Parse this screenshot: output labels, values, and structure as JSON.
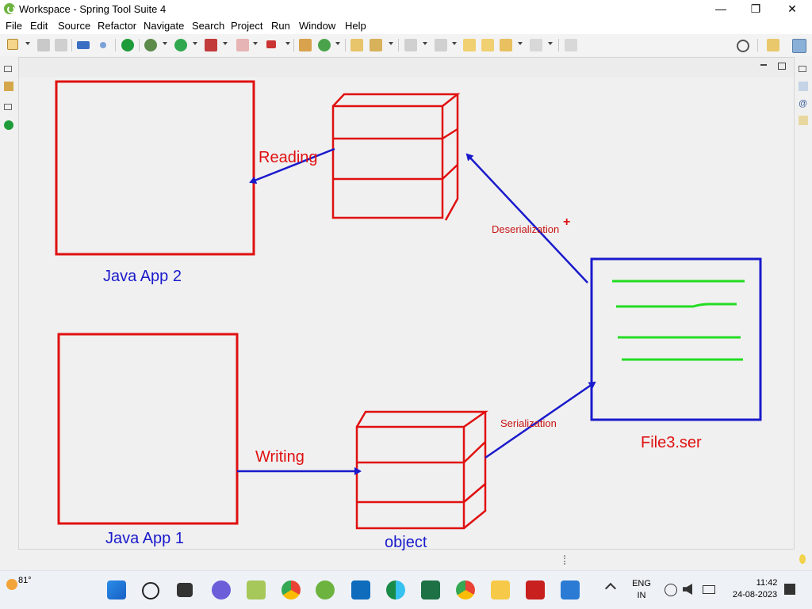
{
  "window": {
    "title": "Workspace - Spring Tool Suite 4",
    "minimize_label": "—",
    "restore_label": "❐",
    "close_label": "✕"
  },
  "menu": {
    "items": [
      "File",
      "Edit",
      "Source",
      "Refactor",
      "Navigate",
      "Search",
      "Project",
      "Run",
      "Window",
      "Help"
    ]
  },
  "diagram": {
    "java_app_2": "Java App 2",
    "java_app_1": "Java App 1",
    "reading": "Reading",
    "writing": "Writing",
    "object": "object",
    "serialization": "Serialization",
    "deserialization": "Deserialization",
    "file": "File3.ser",
    "plus_mark": "+"
  },
  "colors": {
    "red_ink": "#e01010",
    "blue_ink": "#1a1acc",
    "green_ink": "#22dd22"
  },
  "taskbar": {
    "weather_temp": "81°",
    "lang_top": "ENG",
    "lang_bottom": "IN",
    "time": "11:42",
    "date": "24-08-2023"
  }
}
